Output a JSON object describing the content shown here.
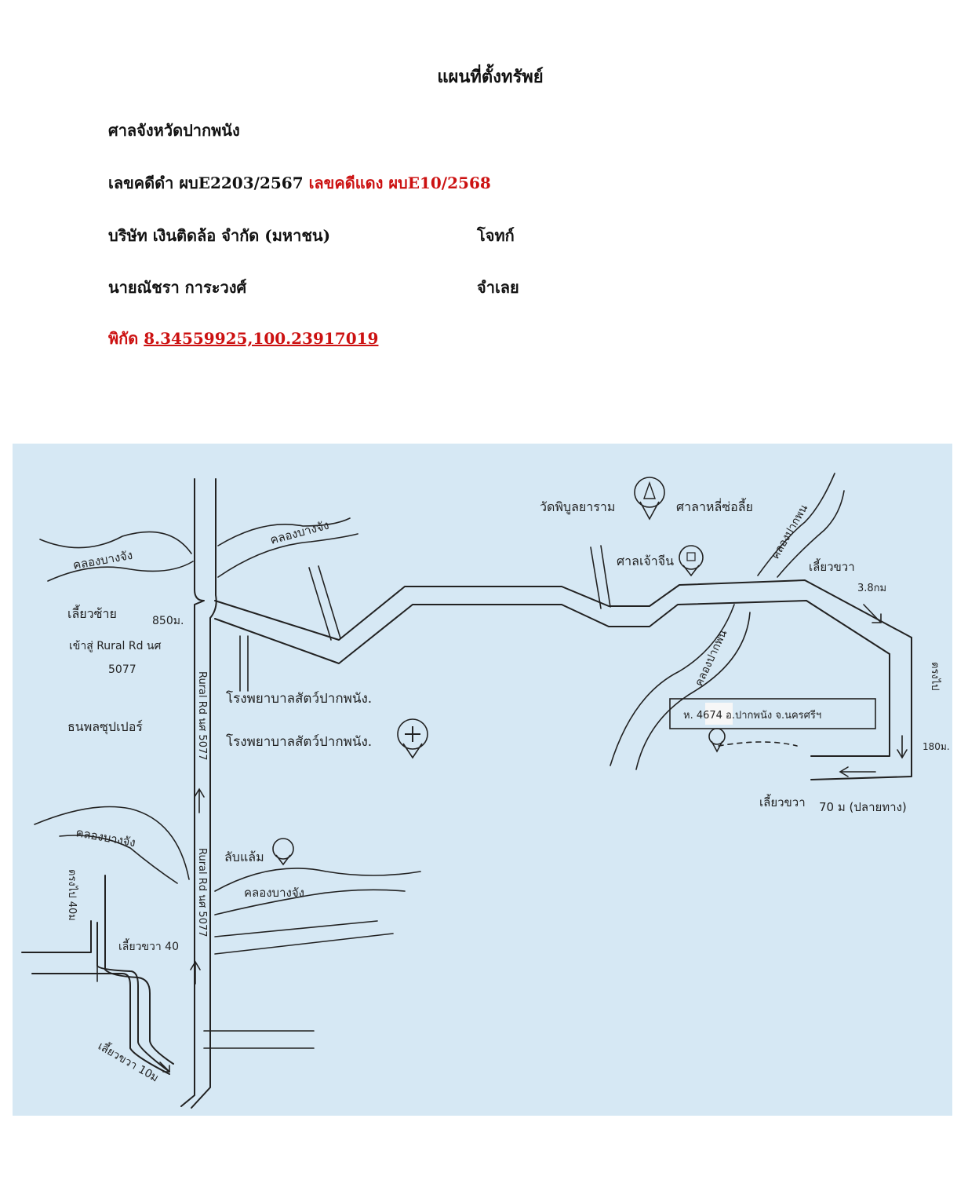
{
  "header": {
    "title": "แผนที่ตั้งทรัพย์",
    "court": "ศาลจังหวัดปากพนัง",
    "black_case_label": "เลขคดีดำ ผบE2203/2567",
    "red_case_label": "เลขคดีแดง ผบE10/2568",
    "plaintiff_name": "บริษัท เงินติดล้อ จำกัด (มหาชน)",
    "plaintiff_role": "โจทก์",
    "defendant_name": "นายณัชรา การะวงศ์",
    "defendant_role": "จำเลย",
    "coord_label": "พิกัด",
    "coord_value": "8.34559925,100.23917019"
  },
  "map": {
    "background": "#d6e8f4",
    "labels": {
      "canal_top_left": "คลองบางจัง",
      "canal_top_mid": "คลองบางจัง",
      "turn_left_850": "เลี้ยวซ้าย",
      "dist_850": "850ม.",
      "enter_rural": "เข้าสู่ Rural Rd นศ",
      "rural_num": "5077",
      "supermarket": "ธนพลซุปเปอร์",
      "hospital_1": "โรงพยาบาลสัตว์ปากพนัง.",
      "hospital_2": "โรงพยาบาลสัตว์ปากพนัง.",
      "rural_rd_upper": "Rural Rd นศ 5077",
      "rural_rd_lower": "Rural Rd นศ 5077",
      "canal_mid_left": "คลองบางจัง",
      "canal_mid_right": "คลองบางจัง",
      "store": "ลับแล้ม",
      "straight_40": "ตรงไป 40ม",
      "turn_right_40": "เลี้ยวขวา 40",
      "turn_right_10": "เลี้ยวขวา 10ม",
      "temple": "วัดพิบูลยาราม",
      "pavilion": "ศาลาหลี่ซ่อลี้ย",
      "shrine": "ศาลเจ้าจีน",
      "canal_right_top": "คลองปากพน",
      "turn_right_38": "เลี้ยวขวา",
      "dist_38": "3.8กม",
      "canal_right_mid": "คลองปากพน",
      "address_box": "ห.       4674 อ.ปากพนัง จ.นครศรีฯ",
      "straight_right": "ตรงไป",
      "dist_180": "180ม.",
      "turn_left_70": "เลี้ยวขวา",
      "dist_70": "70 ม (ปลายทาง)"
    }
  }
}
